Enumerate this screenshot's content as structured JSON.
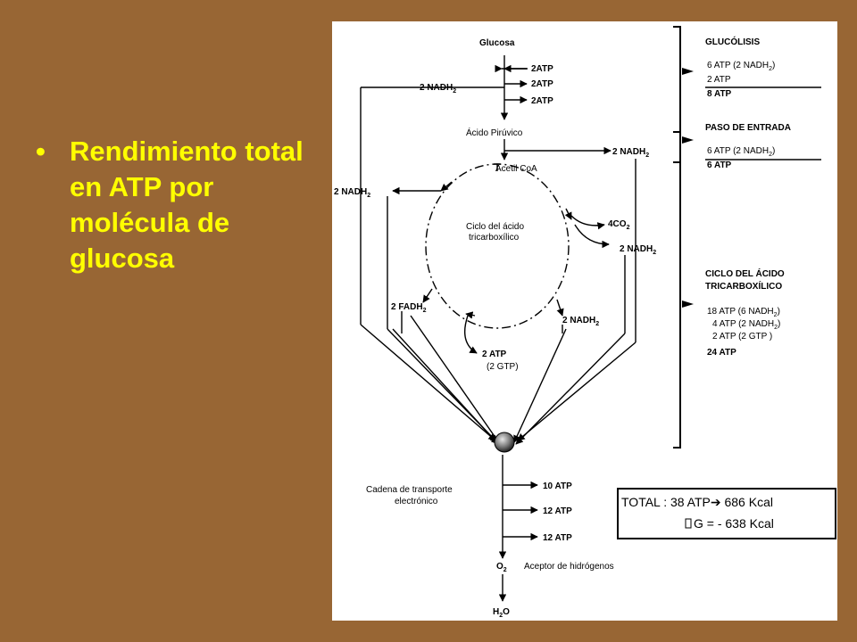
{
  "slide": {
    "bullet_symbol": "•",
    "bullet_text": "Rendimiento total en ATP por molécula de glucosa"
  },
  "diagram": {
    "glucosa": "Glucosa",
    "atp_2a": "2ATP",
    "atp_2b": "2ATP",
    "atp_2c": "2ATP",
    "nadh_glyco": "2 NADH",
    "acido_piruvico": "Ácido Pirúvico",
    "nadh_entry": "2 NADH",
    "acetil_coa": "Acetil CoA",
    "nadh_left": "2 NADH",
    "cycle_line1": "Ciclo del ácido",
    "cycle_line2": "tricarboxílico",
    "co2": "4CO",
    "nadh_right": "2 NADH",
    "fadh": "2 FADH",
    "nadh_bottom": "2 NADH",
    "atp_gtp": "2 ATP",
    "gtp": "(2 GTP)",
    "cadena_line1": "Cadena de transporte",
    "cadena_line2": "electrónico",
    "etc_atp1": "10  ATP",
    "etc_atp2": "12 ATP",
    "etc_atp3": "12 ATP",
    "o2": "O",
    "aceptor": "Aceptor de hidrógenos",
    "h2o": "H",
    "h2o_o": "O",
    "sub2": "2"
  },
  "summary": {
    "glucolisis_title": "GLUCÓLISIS",
    "g1": "6 ATP (2 NADH",
    "g2": "2 ATP",
    "g_total": "8 ATP",
    "entrada_title": "PASO DE ENTRADA",
    "e1": "6 ATP (2 NADH",
    "e_total": "6 ATP",
    "ciclo_title1": "CICLO  DEL  ÁCIDO",
    "ciclo_title2": "TRICARBOXÍLICO",
    "c1": "18 ATP (6 NADH",
    "c2": "4 ATP (2 NADH",
    "c3": "2 ATP (2 GTP )",
    "c_total": "24 ATP",
    "close_paren": ")"
  },
  "total_box": {
    "line1": "TOTAL  : 38 ATP",
    "line1_arrow": "➔",
    "line1_tail": " 686 Kcal",
    "line2_symbol": "",
    "line2": "G =  - 638 Kcal"
  }
}
